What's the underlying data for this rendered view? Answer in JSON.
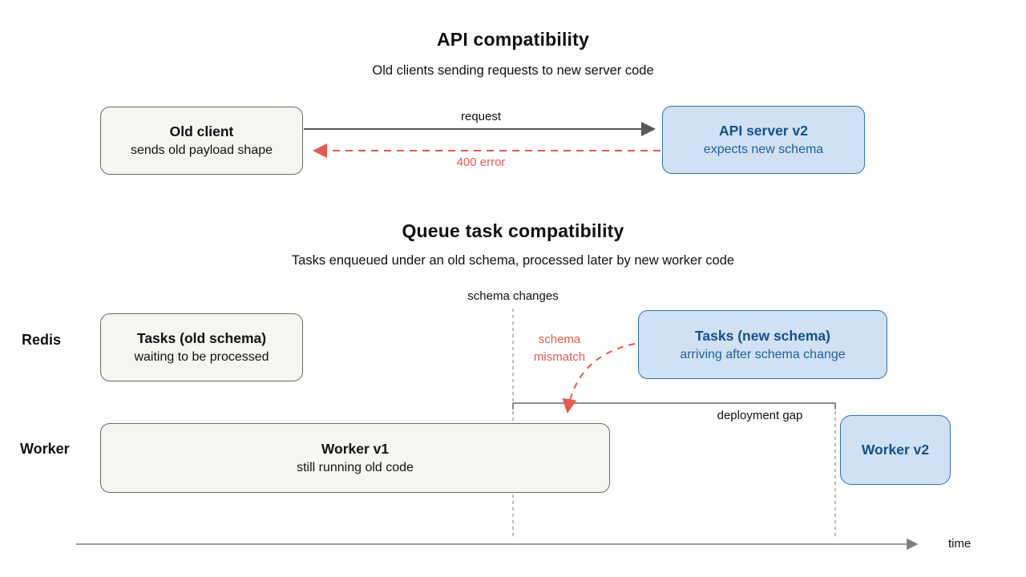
{
  "colors": {
    "background": "#ffffff",
    "text": "#111111",
    "gray_box_fill": "#f5f5f2",
    "gray_box_border": "#6a6a6a",
    "blue_box_fill": "#cfe1f2",
    "blue_box_border": "#2e74b5",
    "blue_text_strong": "#15508e",
    "blue_text": "#1e5fa3",
    "red": "#e8594e",
    "arrow_gray": "#595959",
    "line_gray": "#8f8f8f",
    "bracket_gray": "#4a4a4a",
    "axis_gray": "#7f7f7f"
  },
  "api_section": {
    "title": "API compatibility",
    "subtitle": "Old clients sending requests to new server code",
    "old_client": {
      "title": "Old client",
      "subtitle": "sends old payload shape"
    },
    "api_server": {
      "title": "API server v2",
      "subtitle": "expects new schema"
    },
    "request_label": "request",
    "error_label": "400 error"
  },
  "queue_section": {
    "title": "Queue task compatibility",
    "subtitle": "Tasks enqueued under an old schema, processed later by new worker code",
    "schema_changes_label": "schema changes",
    "schema_mismatch_label": "schema\nmismatch",
    "deployment_gap_label": "deployment gap",
    "time_label": "time",
    "redis_lane_label": "Redis",
    "worker_lane_label": "Worker",
    "tasks_old": {
      "title": "Tasks (old schema)",
      "subtitle": "waiting to be processed"
    },
    "tasks_new": {
      "title": "Tasks (new schema)",
      "subtitle": "arriving after schema change"
    },
    "worker_v1": {
      "title": "Worker v1",
      "subtitle": "still running old code"
    },
    "worker_v2": {
      "title": "Worker v2"
    }
  }
}
